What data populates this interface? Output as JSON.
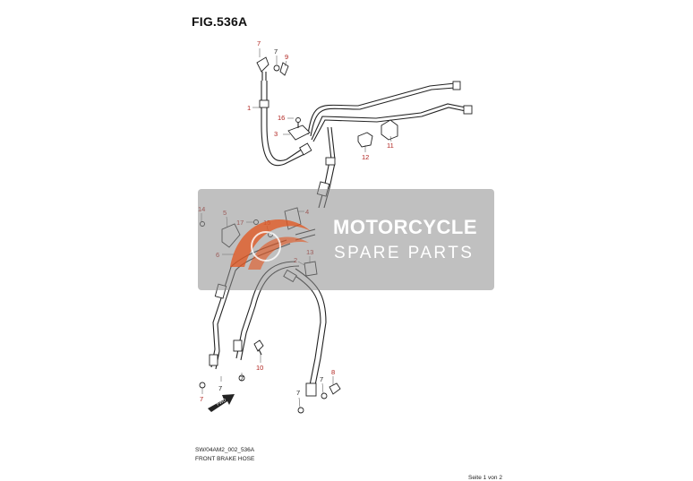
{
  "figure": {
    "title": "FIG.536A"
  },
  "watermark": {
    "title": "MOTORCYCLE",
    "subtitle": "SPARE PARTS",
    "color": "#e3541c"
  },
  "footer": {
    "code": "SW/04AM2_002_536A",
    "caption": "FRONT BRAKE HOSE",
    "page": "Seite 1 von 2"
  },
  "direction_marker": {
    "label": "FWD"
  },
  "callouts": {
    "c1": "1",
    "c2": "2",
    "c3": "3",
    "c4": "4",
    "c5": "5",
    "c6": "6",
    "c7a": "7",
    "c7b": "7",
    "c7c": "7",
    "c7d": "7",
    "c7e": "7",
    "c7f": "7",
    "c7g": "7",
    "c8": "8",
    "c9": "9",
    "c10": "10",
    "c11": "11",
    "c12": "12",
    "c13": "13",
    "c14": "14",
    "c15": "15",
    "c16": "16",
    "c17": "17"
  }
}
